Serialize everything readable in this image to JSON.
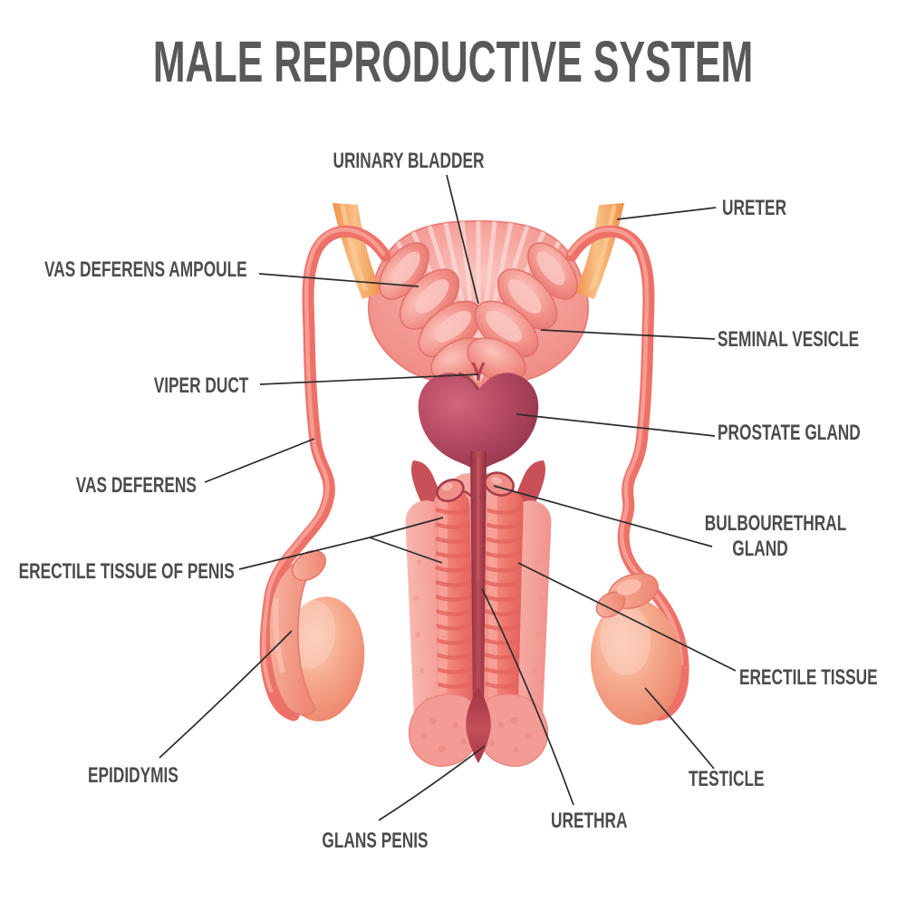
{
  "title": "MALE REPRODUCTIVE SYSTEM",
  "labels": {
    "urinary_bladder": "URINARY BLADDER",
    "ureter": "URETER",
    "vas_deferens_ampoule": "VAS DEFERENS AMPOULE",
    "seminal_vesicle": "SEMINAL VESICLE",
    "viper_duct": "VIPER DUCT",
    "prostate_gland": "PROSTATE GLAND",
    "vas_deferens": "VAS DEFERENS",
    "erectile_tissue_of_penis": "ERECTILE TISSUE OF PENIS",
    "bulbourethral_gland": "BULBOURETHRAL GLAND",
    "erectile_tissue": "ERECTILE TISSUE",
    "epididymis": "EPIDIDYMIS",
    "testicle": "TESTICLE",
    "glans_penis": "GLANS PENIS",
    "urethra": "URETHRA"
  },
  "colors": {
    "background": "#ffffff",
    "title_text": "#58595b",
    "label_text": "#4b4c4e",
    "leader_line": "#2c2c2c",
    "bladder_pink": "#f5a09a",
    "bladder_highlight": "#fbc8c4",
    "seminal_vesicle_salmon": "#f08a81",
    "ureter_orange": "#f0964f",
    "vas_deferens_coral": "#ee7168",
    "prostate_maroon": "#a53a55",
    "erectile_tissue_coral": "#ee766d",
    "sheath_pink": "#f5a9a2",
    "urethra_dark_red": "#a13343",
    "glans_pink": "#f49b95",
    "testicle_salmon": "#f2a184",
    "epididymis_salmon": "#f2947f"
  }
}
